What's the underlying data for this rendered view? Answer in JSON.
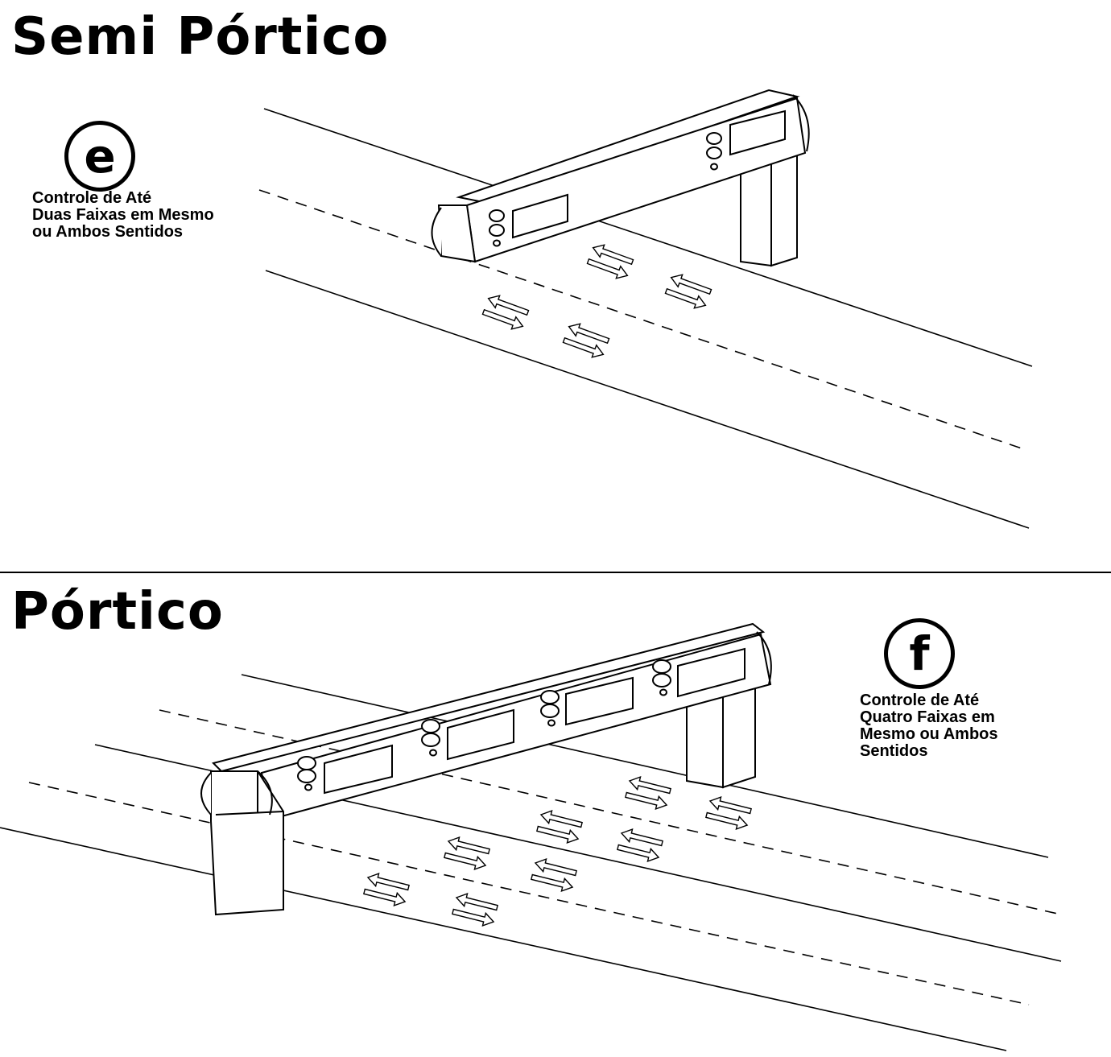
{
  "sections": [
    {
      "title": "Semi Pórtico",
      "badge": "e",
      "caption_lines": [
        "Controle  de Até",
        "Duas Faixas em Mesmo",
        "ou Ambos Sentidos"
      ]
    },
    {
      "title": "Pórtico",
      "badge": "f",
      "caption_lines": [
        "Controle de Até",
        "Quatro Faixas em",
        "Mesmo ou Ambos",
        "Sentidos"
      ]
    }
  ],
  "colors": {
    "ink": "#000000",
    "paper": "#ffffff"
  },
  "icons": [
    "double-arrow-icon"
  ]
}
